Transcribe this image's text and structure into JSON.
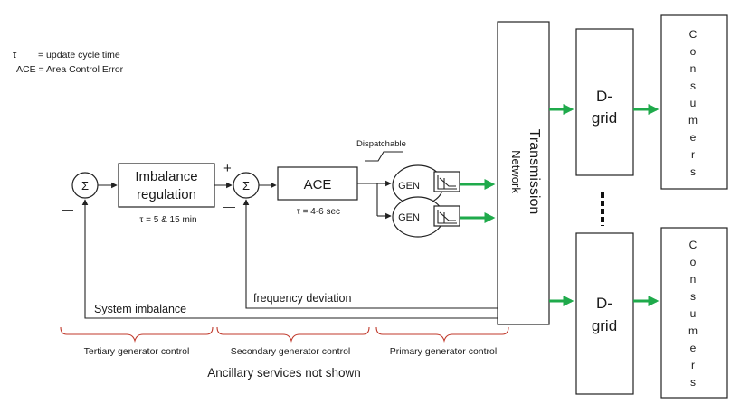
{
  "legend": {
    "tau_symbol": "τ",
    "tau_definition": "= update cycle time",
    "ace_definition": "ACE =  Area Control Error"
  },
  "sum_symbol": "Σ",
  "plus_sign": "+",
  "minus_sign": "—",
  "imbalance_regulation": {
    "line1": "Imbalance",
    "line2": "regulation",
    "tau_note": "τ = 5 & 15 min"
  },
  "ace": {
    "label": "ACE",
    "tau_note": "τ = 4-6 sec"
  },
  "dispatchable_label": "Dispatchable",
  "generator_label": "GEN",
  "transmission": {
    "line1": "Transmission",
    "line2": "Network"
  },
  "dgrid": {
    "line1": "D-",
    "line2": "grid"
  },
  "consumers_letters": [
    "C",
    "o",
    "n",
    "s",
    "u",
    "m",
    "e",
    "r",
    "s"
  ],
  "feedback": {
    "frequency_deviation": "frequency deviation",
    "system_imbalance": "System imbalance"
  },
  "brace_labels": {
    "tertiary": "Tertiary generator control",
    "secondary": "Secondary generator control",
    "primary": "Primary generator control"
  },
  "footnote": "Ancillary services not shown",
  "colors": {
    "flow_arrow": "#1faa4b",
    "brace": "#c0392b",
    "line": "#222222"
  }
}
